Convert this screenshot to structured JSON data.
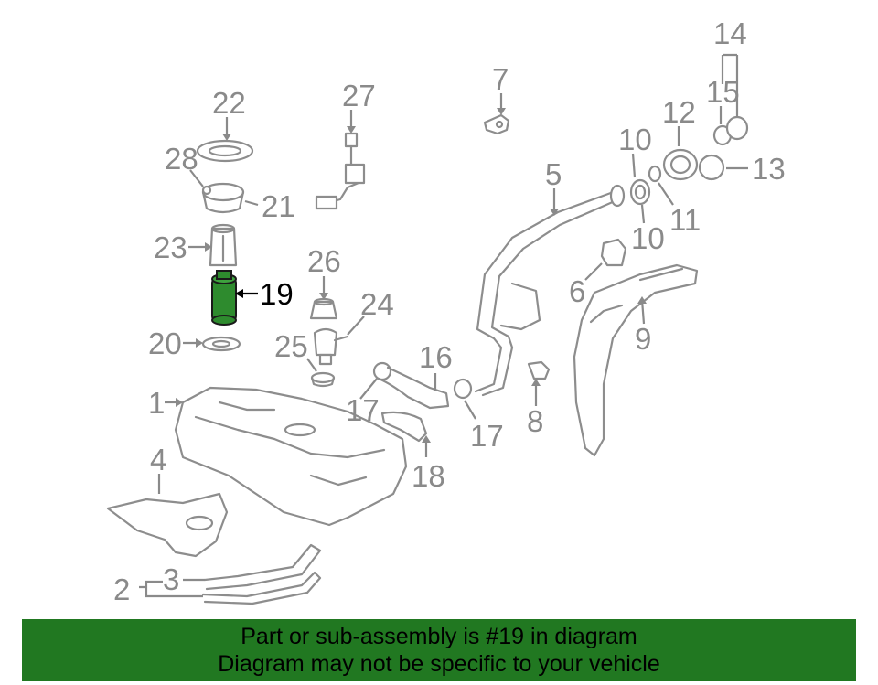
{
  "diagram": {
    "callouts": [
      "1",
      "2",
      "3",
      "4",
      "5",
      "6",
      "7",
      "8",
      "9",
      "10",
      "10",
      "11",
      "12",
      "13",
      "14",
      "15",
      "16",
      "17",
      "17",
      "18",
      "19",
      "20",
      "21",
      "22",
      "23",
      "24",
      "25",
      "26",
      "27",
      "28"
    ],
    "highlighted_part": "19"
  },
  "colors": {
    "banner_bg": "#217821",
    "highlight_part": "#2e8b2e",
    "line_gray": "#8d8d8d"
  },
  "banner": {
    "line1": "Part or sub-assembly is #19 in diagram",
    "line2": "Diagram may not be specific to your vehicle"
  }
}
